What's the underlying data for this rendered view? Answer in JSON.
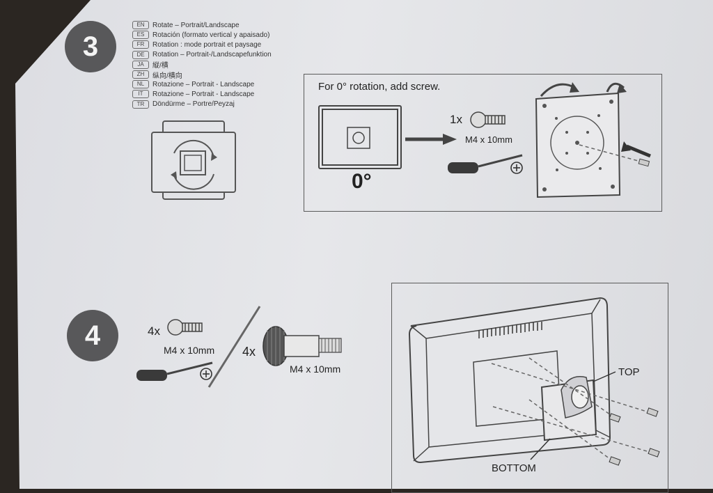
{
  "step3": {
    "number": "3",
    "languages": [
      {
        "code": "EN",
        "text": "Rotate – Portrait/Landscape"
      },
      {
        "code": "ES",
        "text": "Rotación (formato vertical y apaisado)"
      },
      {
        "code": "FR",
        "text": "Rotation : mode portrait et paysage"
      },
      {
        "code": "DE",
        "text": "Rotation – Portrait-/Landscapefunktion"
      },
      {
        "code": "JA",
        "text": "縦/横"
      },
      {
        "code": "ZH",
        "text": "纵向/横向"
      },
      {
        "code": "NL",
        "text": "Rotazione – Portrait - Landscape"
      },
      {
        "code": "IT",
        "text": "Rotazione – Portrait - Landscape"
      },
      {
        "code": "TR",
        "text": "Döndürme – Portre/Peyzaj"
      }
    ],
    "instruction": "For 0° rotation, add screw.",
    "angle_label": "0°",
    "screw_qty": "1x",
    "screw_size": "M4 x 10mm"
  },
  "step4": {
    "number": "4",
    "screw_qty": "4x",
    "screw_size": "M4 x 10mm",
    "thumbscrew_qty": "4x",
    "thumbscrew_size": "M4 x 10mm",
    "top_label": "TOP",
    "bottom_label": "BOTTOM"
  },
  "colors": {
    "circle": "#58585a",
    "ink": "#222222"
  }
}
